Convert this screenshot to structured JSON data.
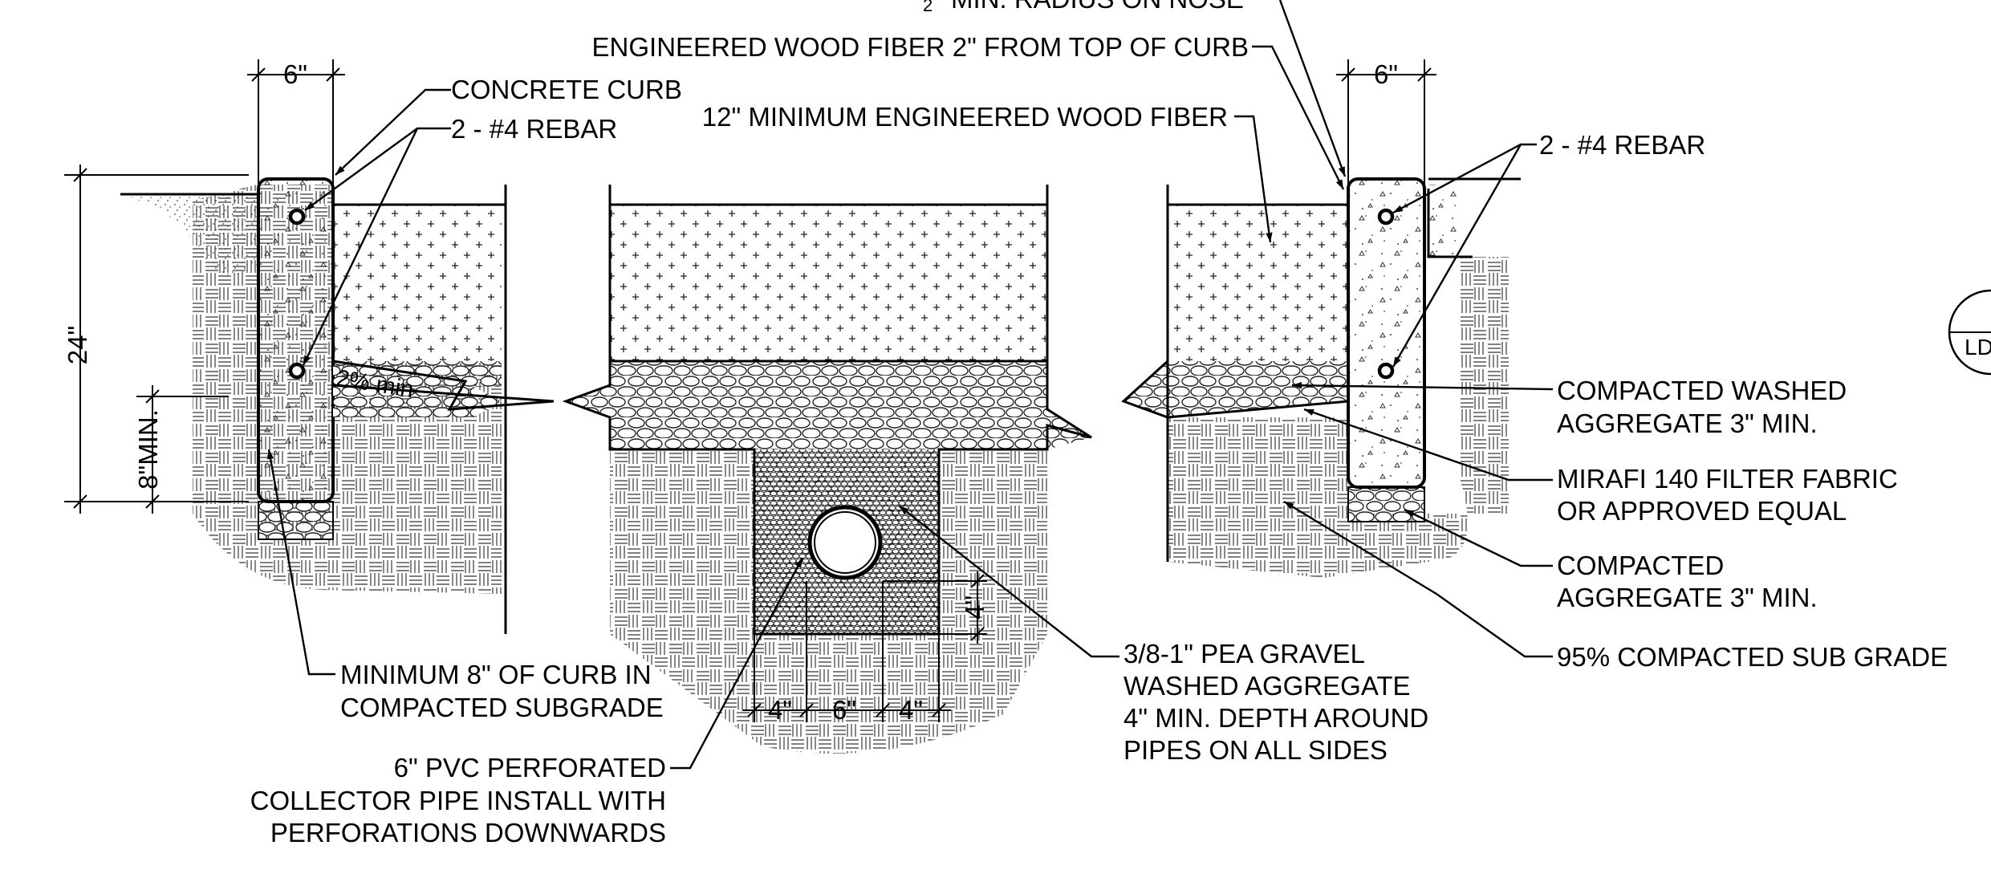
{
  "labels": {
    "top_cut": "MIN. RADIUS ON NOSE",
    "top_fraction": "2",
    "engineered_wood_fiber_from_top": "ENGINEERED WOOD FIBER 2\" FROM TOP OF CURB",
    "concrete_curb": "CONCRETE CURB",
    "rebar_left": "2 - #4 REBAR",
    "min_wood_fiber": "12\" MINIMUM ENGINEERED WOOD FIBER",
    "rebar_right": "2 - #4 REBAR",
    "washed_aggregate_1": "COMPACTED WASHED",
    "washed_aggregate_2": "AGGREGATE  3\" MIN.",
    "filter_fabric_1": "MIRAFI 140 FILTER FABRIC",
    "filter_fabric_2": "OR APPROVED EQUAL",
    "compacted_aggregate_1": "COMPACTED",
    "compacted_aggregate_2": "AGGREGATE  3\" MIN.",
    "subgrade": "95% COMPACTED SUB GRADE",
    "pea_gravel_1": "3/8-1\" PEA GRAVEL",
    "pea_gravel_2": "WASHED AGGREGATE",
    "pea_gravel_3": "4\" MIN. DEPTH AROUND",
    "pea_gravel_4": "PIPES ON ALL SIDES",
    "curb_min_1": "MINIMUM 8\" OF CURB IN",
    "curb_min_2": "COMPACTED SUBGRADE",
    "pipe_1": "6\" PVC PERFORATED",
    "pipe_2": "COLLECTOR PIPE INSTALL WITH",
    "pipe_3": "PERFORATIONS DOWNWARDS",
    "slope": "2% min",
    "detail_tag": "LD"
  },
  "dimensions": {
    "curb_width_left": "6\"",
    "curb_width_right": "6\"",
    "curb_height": "24\"",
    "embed_depth": "8\"MIN.",
    "pipe_cover": "4\"",
    "trench_left": "4\"",
    "trench_pipe": "6\"",
    "trench_right": "4\""
  }
}
